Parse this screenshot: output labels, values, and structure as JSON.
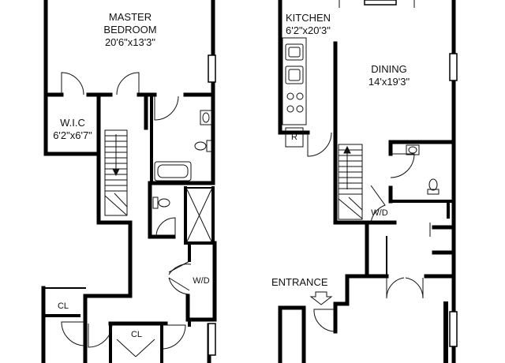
{
  "rooms": {
    "master_bedroom": {
      "name_line1": "MASTER",
      "name_line2": "BEDROOM",
      "size": "20'6\"x13'3\""
    },
    "wic": {
      "name": "W.I.C",
      "size": "6'2\"x6'7\""
    },
    "wd_upper": {
      "name": "W/D"
    },
    "wd_lower": {
      "name": "W/D"
    },
    "cl_left": {
      "name": "CL"
    },
    "cl_bottom": {
      "name": "CL"
    },
    "kitchen": {
      "name": "KITCHEN",
      "size": "6'2\"x20'3\""
    },
    "dining": {
      "name": "DINING",
      "size": "14'x19'3\""
    },
    "entrance": {
      "name": "ENTRANCE"
    },
    "refrigerator": {
      "name": "R"
    }
  },
  "colors": {
    "wall": "#000000",
    "line": "#111111",
    "background": "#ffffff"
  }
}
